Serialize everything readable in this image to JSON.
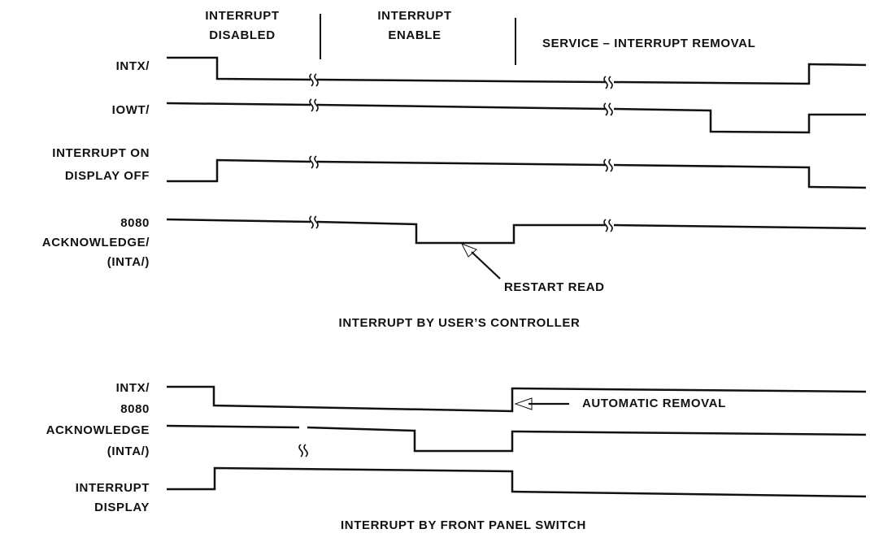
{
  "top_diagram": {
    "phases": {
      "disabled_line1": "INTERRUPT",
      "disabled_line2": "DISABLED",
      "enable_line1": "INTERRUPT",
      "enable_line2": "ENABLE",
      "service": "SERVICE – INTERRUPT REMOVAL"
    },
    "signals": {
      "intx": "INTX/",
      "iowt": "IOWT/",
      "int_on_line1": "INTERRUPT ON",
      "int_on_line2": "DISPLAY OFF",
      "ack_line1": "8080",
      "ack_line2": "ACKNOWLEDGE/",
      "ack_line3": "(INTA/)"
    },
    "annotation": "RESTART READ",
    "caption": "INTERRUPT BY USER’S CONTROLLER"
  },
  "bottom_diagram": {
    "signals": {
      "intx": "INTX/",
      "ack_line1": "8080",
      "ack_line2": "ACKNOWLEDGE",
      "ack_line3": "(INTA/)",
      "int_line1": "INTERRUPT",
      "int_line2": "DISPLAY"
    },
    "annotation": "AUTOMATIC REMOVAL",
    "caption": "INTERRUPT BY FRONT PANEL SWITCH"
  }
}
